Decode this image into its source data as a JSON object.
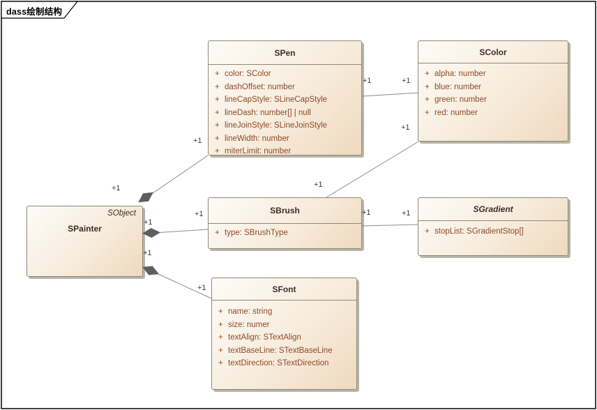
{
  "frame": {
    "label": "dass绘制结构"
  },
  "colors": {
    "box_fill_light": "#fdfbf7",
    "box_fill_mid": "#f7ecdc",
    "box_fill_dark": "#efd9bf",
    "box_border": "#8e8875",
    "shadow": "#b7b4aa",
    "title_text": "#3c2d22",
    "attr_text": "#8c4a27",
    "mult_text": "#3a3a42",
    "line": "#8c8c8c",
    "diamond": "#5e5e5e"
  },
  "classes": {
    "spainter": {
      "name": "SPainter",
      "stereotype": "SObject",
      "attributes": []
    },
    "spen": {
      "name": "SPen",
      "attributes": [
        {
          "vis": "+",
          "text": "color: SColor"
        },
        {
          "vis": "+",
          "text": "dashOffset: number"
        },
        {
          "vis": "+",
          "text": "lineCapStyle: SLineCapStyle"
        },
        {
          "vis": "+",
          "text": "lineDash: number[] | null"
        },
        {
          "vis": "+",
          "text": "lineJoinStyle: SLineJoinStyle"
        },
        {
          "vis": "+",
          "text": "lineWidth: number"
        },
        {
          "vis": "+",
          "text": "miterLimit: number"
        }
      ]
    },
    "scolor": {
      "name": "SColor",
      "attributes": [
        {
          "vis": "+",
          "text": "alpha: number"
        },
        {
          "vis": "+",
          "text": "blue: number"
        },
        {
          "vis": "+",
          "text": "green: number"
        },
        {
          "vis": "+",
          "text": "red: number"
        }
      ]
    },
    "sbrush": {
      "name": "SBrush",
      "attributes": [
        {
          "vis": "+",
          "text": "type: SBrushType"
        }
      ]
    },
    "sgradient": {
      "name": "SGradient",
      "abstract": true,
      "attributes": [
        {
          "vis": "+",
          "text": "stopList: SGradientStop[]"
        }
      ]
    },
    "sfont": {
      "name": "SFont",
      "attributes": [
        {
          "vis": "+",
          "text": "name: string"
        },
        {
          "vis": "+",
          "text": "size: numer"
        },
        {
          "vis": "+",
          "text": "textAlign: STextAlign"
        },
        {
          "vis": "+",
          "text": "textBaseLine: STextBaseLine"
        },
        {
          "vis": "+",
          "text": "textDirection: STextDirection"
        }
      ]
    }
  },
  "connectors": [
    {
      "from": "SPainter",
      "to": "SPen",
      "type": "composition",
      "source_label": "+1",
      "target_label": "+1"
    },
    {
      "from": "SPainter",
      "to": "SBrush",
      "type": "composition",
      "source_label": "+1",
      "target_label": "+1"
    },
    {
      "from": "SPainter",
      "to": "SFont",
      "type": "composition",
      "source_label": "+1",
      "target_label": "+1"
    },
    {
      "from": "SPen",
      "to": "SColor",
      "type": "association",
      "source_label": "+1",
      "target_label": "+1"
    },
    {
      "from": "SBrush",
      "to": "SColor",
      "type": "association",
      "source_label": "+1",
      "target_label": "+1"
    },
    {
      "from": "SBrush",
      "to": "SGradient",
      "type": "association",
      "source_label": "+1",
      "target_label": "+1"
    }
  ]
}
